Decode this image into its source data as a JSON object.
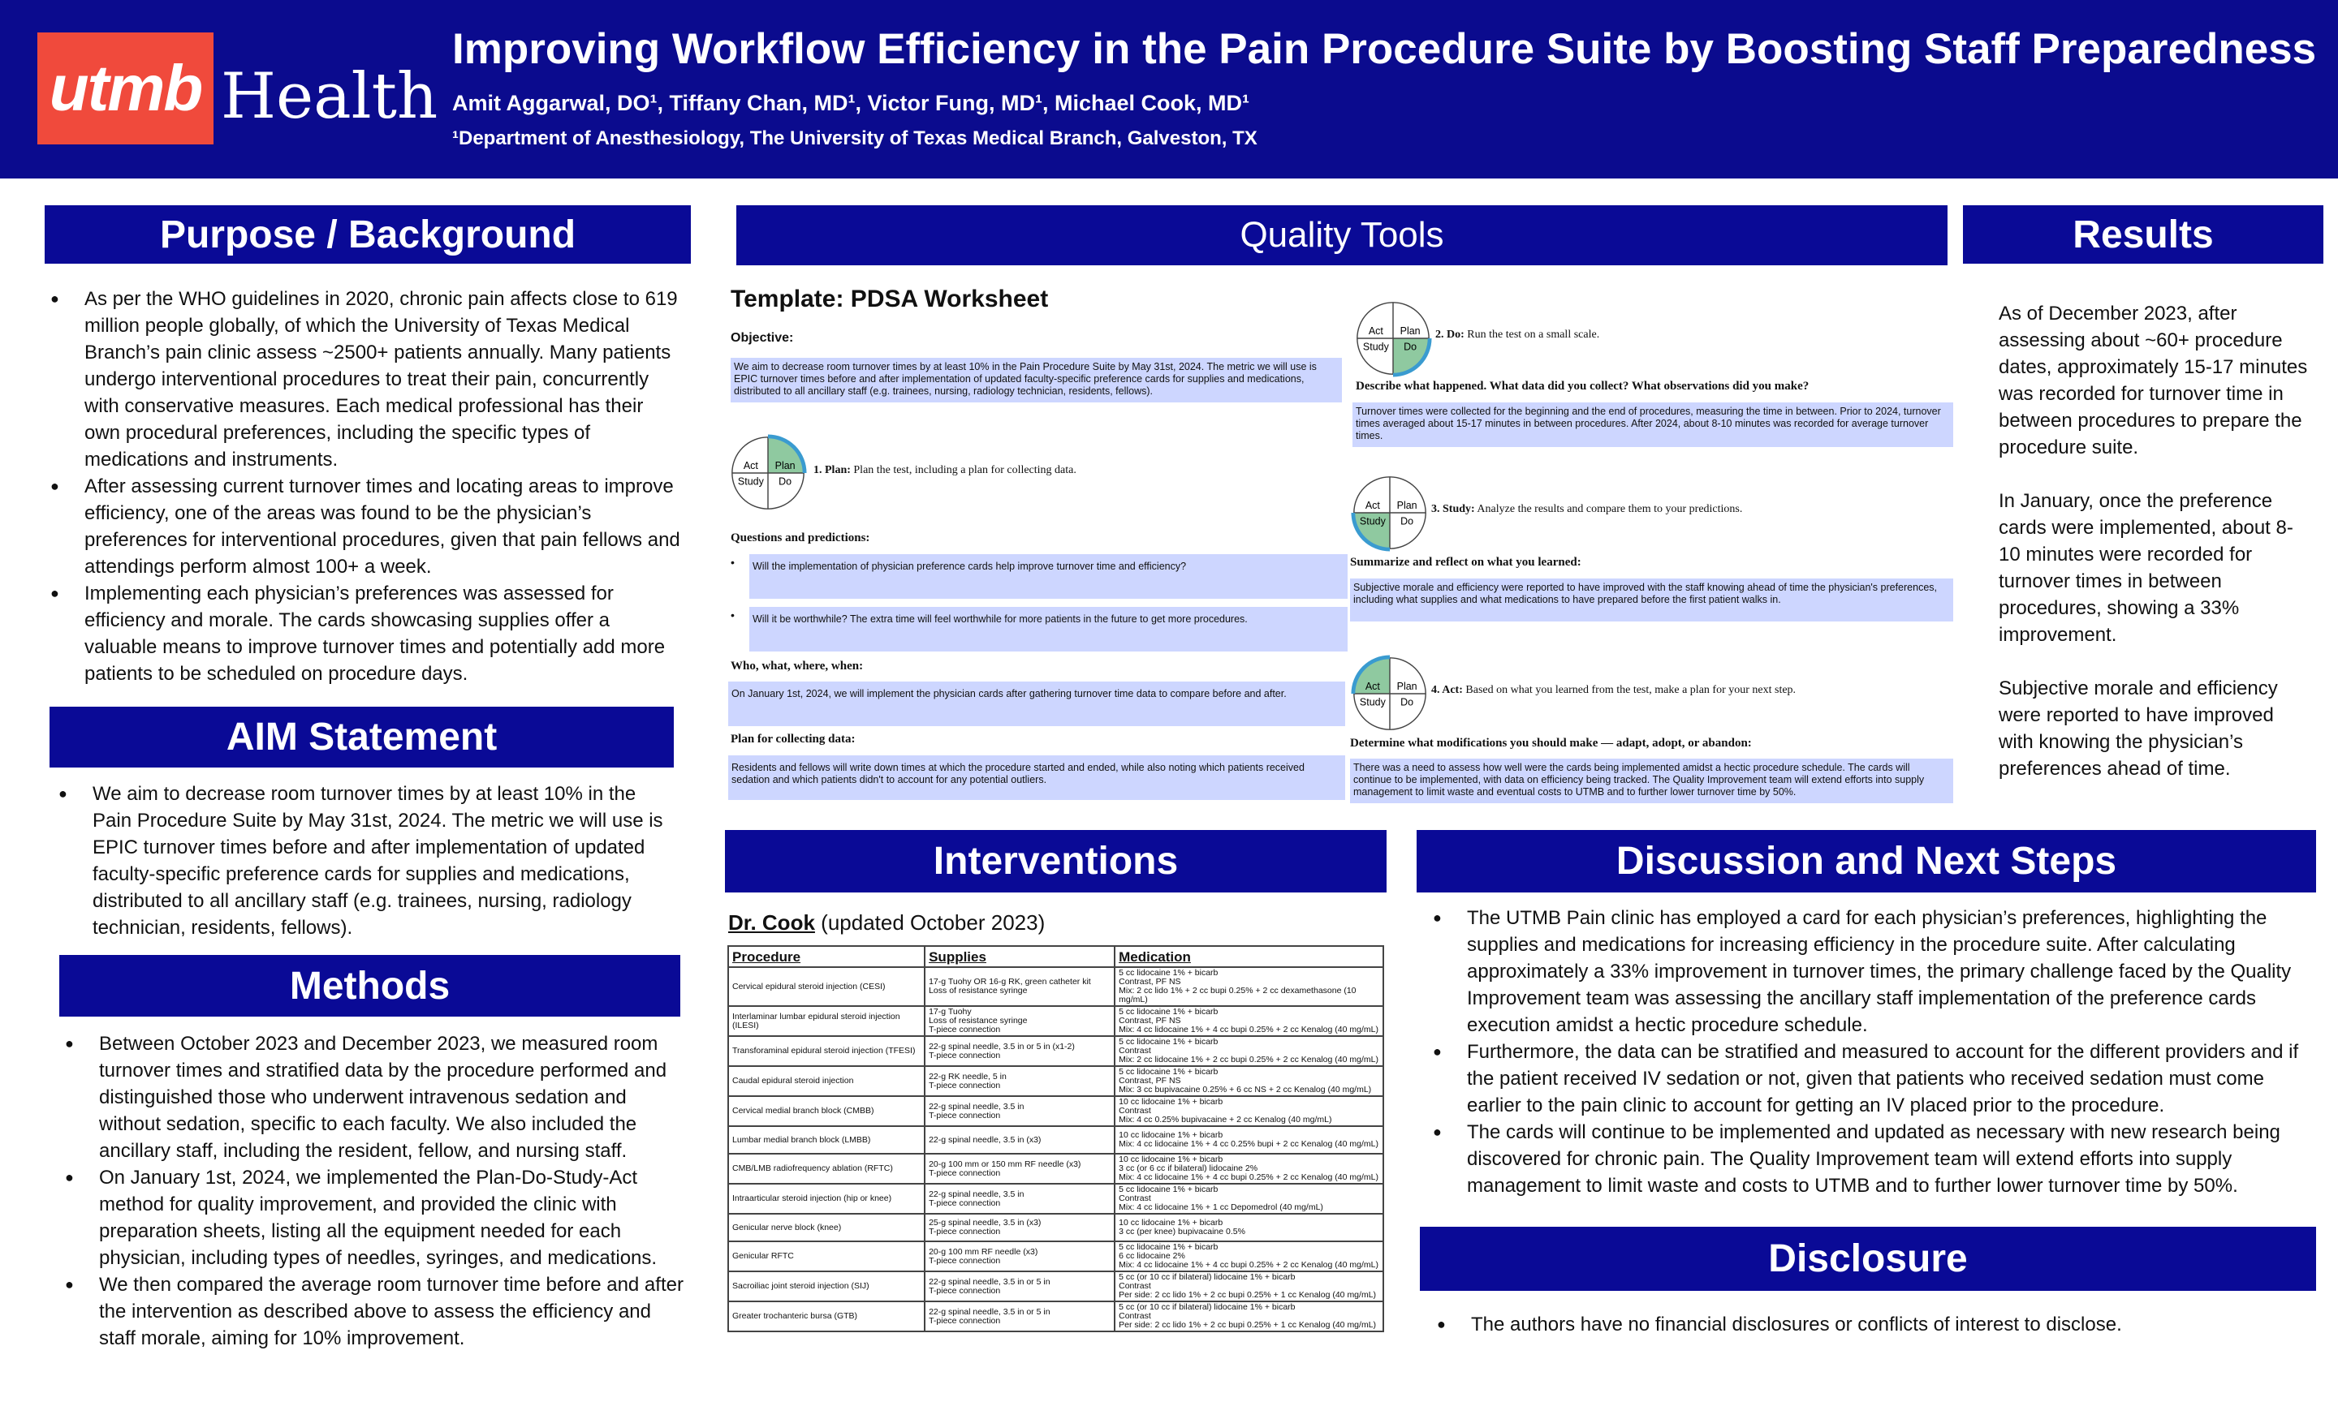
{
  "header": {
    "logo_text": "utmb",
    "logo_health": "Health",
    "title": "Improving Workflow Efficiency in the Pain Procedure Suite by Boosting Staff Preparedness",
    "authors": "Amit Aggarwal, DO¹, Tiffany Chan, MD¹, Victor Fung, MD¹, Michael Cook, MD¹",
    "department": "¹Department of Anesthesiology, The University of Texas Medical Branch, Galveston, TX"
  },
  "purpose": {
    "heading": "Purpose / Background",
    "bullets": [
      "As per the WHO guidelines in 2020, chronic pain affects close to 619 million people globally, of which the University of Texas Medical Branch’s pain clinic assess ~2500+ patients annually. Many patients undergo interventional procedures to treat their pain, concurrently with conservative measures. Each medical professional has their own procedural preferences, including the specific types of medications and instruments.",
      "After assessing current turnover times and locating areas to improve efficiency, one of the areas was found to be the physician’s preferences for interventional procedures, given that pain fellows and attendings perform almost 100+ a week.",
      "Implementing each physician’s preferences was assessed for efficiency and morale. The cards showcasing supplies offer a valuable means to improve turnover times and potentially add more patients to be scheduled on procedure days."
    ]
  },
  "aim": {
    "heading": "AIM Statement",
    "bullets": [
      "We aim to decrease room turnover times by at least 10% in the Pain Procedure Suite by May 31st, 2024. The metric we will use is EPIC turnover times before and after implementation of updated faculty-specific preference cards for supplies and medications, distributed to all ancillary staff (e.g. trainees, nursing, radiology technician, residents, fellows)."
    ]
  },
  "methods": {
    "heading": "Methods",
    "bullets": [
      "Between October 2023 and December 2023, we measured room turnover times and stratified data by the procedure performed and distinguished those who underwent intravenous sedation and without sedation, specific to each faculty. We also included the ancillary staff, including the resident, fellow, and nursing staff.",
      "On January 1st, 2024, we implemented the Plan-Do-Study-Act method for quality improvement, and provided the clinic with preparation sheets, listing all the equipment needed for each physician, including types of needles, syringes, and medications.",
      "We then compared the average room turnover time before and after the intervention as described above to assess the efficiency and staff morale, aiming for 10% improvement."
    ]
  },
  "quality": {
    "heading": "Quality Tools",
    "template_title": "Template: PDSA Worksheet",
    "objective_label": "Objective:",
    "objective": "We aim to decrease room turnover times by at least 10% in the Pain Procedure Suite by May 31st, 2024. The metric we will use is EPIC turnover times before and after implementation of updated faculty-specific preference cards for supplies and medications, distributed to all ancillary staff (e.g. trainees, nursing, radiology technician, residents, fellows).",
    "cycle_labels": {
      "act": "Act",
      "plan": "Plan",
      "study": "Study",
      "do": "Do"
    },
    "plan_step": {
      "title": "1. Plan:",
      "text": "Plan the test, including a plan for collecting data."
    },
    "questions_label": "Questions and predictions:",
    "questions": [
      "Will the implementation of physician preference cards help improve turnover time and efficiency?",
      "Will it be worthwhile? The extra time will feel worthwhile for more patients in the future to get more procedures."
    ],
    "who_label": "Who, what, where, when:",
    "who": "On January 1st, 2024, we will implement the physician cards after gathering turnover time data to compare before and after.",
    "collect_label": "Plan for collecting data:",
    "collect": "Residents and fellows will write down times at which the procedure started and ended, while also noting which patients received sedation and which patients didn't to account for any potential outliers.",
    "do_step": {
      "title": "2. Do:",
      "text": "Run the test on a small scale."
    },
    "describe_label": "Describe what happened. What data did you collect? What observations did you make?",
    "describe": "Turnover times were collected for the beginning and the end of procedures, measuring the time in between. Prior to 2024, turnover times averaged about 15-17 minutes in between procedures. After 2024, about 8-10 minutes was recorded for average turnover times.",
    "study_step": {
      "title": "3. Study:",
      "text": "Analyze the results and compare them to your predictions."
    },
    "summarize_label": "Summarize and reflect on what you learned:",
    "summarize": "Subjective morale and efficiency were reported to have improved with the staff knowing ahead of time the physician's preferences, including what supplies and what medications to have prepared before the first patient walks in.",
    "act_step": {
      "title": "4. Act:",
      "text": "Based on what you learned from the test, make a plan for your next step."
    },
    "determine_label": "Determine what modifications you should make — adapt, adopt, or abandon:",
    "determine": "There was a need to assess how well were the cards being implemented amidst a hectic procedure schedule. The cards will continue to be implemented, with data on efficiency being tracked. The Quality Improvement team will extend efforts into supply management to limit waste and eventual costs to UTMB and to further lower turnover time by 50%."
  },
  "results": {
    "heading": "Results",
    "paragraphs": [
      "As of December 2023, after assessing about ~60+ procedure dates, approximately 15-17 minutes was recorded for turnover time in between procedures to prepare the procedure suite.",
      "In January, once the preference cards were implemented, about 8-10 minutes were recorded for turnover times in between procedures, showing a 33% improvement.",
      "Subjective morale and efficiency were reported to have improved with knowing the physician’s preferences ahead of time."
    ]
  },
  "interventions": {
    "heading": "Interventions",
    "doctor": "Dr. Cook",
    "updated": "(updated October 2023)",
    "columns": [
      "Procedure",
      "Supplies",
      "Medication"
    ],
    "rows": [
      {
        "procedure": "Cervical epidural steroid injection (CESI)",
        "supplies": [
          "17-g Tuohy OR 16-g RK, green catheter kit",
          "Loss of resistance syringe"
        ],
        "medication": [
          "5 cc lidocaine 1% + bicarb",
          "Contrast, PF NS",
          "Mix: 2 cc lido 1% + 2 cc bupi 0.25% + 2 cc dexamethasone (10 mg/mL)"
        ]
      },
      {
        "procedure": "Interlaminar lumbar epidural steroid injection (ILESI)",
        "supplies": [
          "17-g Tuohy",
          "Loss of resistance syringe",
          "T-piece connection"
        ],
        "medication": [
          "5 cc lidocaine 1% + bicarb",
          "Contrast, PF NS",
          "Mix: 4 cc lidocaine 1% + 4 cc bupi 0.25% + 2 cc Kenalog (40 mg/mL)"
        ]
      },
      {
        "procedure": "Transforaminal epidural steroid injection (TFESI)",
        "supplies": [
          "22-g spinal needle, 3.5 in or 5 in (x1-2)",
          "T-piece connection"
        ],
        "medication": [
          "5 cc lidocaine 1% + bicarb",
          "Contrast",
          "Mix: 2 cc lidocaine 1% + 2 cc bupi 0.25% + 2 cc Kenalog (40 mg/mL)"
        ]
      },
      {
        "procedure": "Caudal epidural steroid injection",
        "supplies": [
          "22-g RK needle, 5 in",
          "T-piece connection"
        ],
        "medication": [
          "5 cc lidocaine 1% + bicarb",
          "Contrast, PF NS",
          "Mix: 3 cc bupivacaine 0.25% + 6 cc NS + 2 cc Kenalog (40 mg/mL)"
        ]
      },
      {
        "procedure": "Cervical medial branch block (CMBB)",
        "supplies": [
          "22-g spinal needle, 3.5 in",
          "T-piece connection"
        ],
        "medication": [
          "10 cc lidocaine 1% + bicarb",
          "Contrast",
          "Mix: 4 cc 0.25% bupivacaine + 2 cc Kenalog (40 mg/mL)"
        ]
      },
      {
        "procedure": "Lumbar medial branch block (LMBB)",
        "supplies": [
          "22-g spinal needle, 3.5 in (x3)"
        ],
        "medication": [
          "10 cc lidocaine 1% + bicarb",
          "Mix: 4 cc lidocaine 1% + 4 cc 0.25% bupi + 2 cc Kenalog (40 mg/mL)"
        ]
      },
      {
        "procedure": "CMB/LMB radiofrequency ablation (RFTC)",
        "supplies": [
          "20-g 100 mm or 150 mm RF needle (x3)",
          "T-piece connection"
        ],
        "medication": [
          "10 cc lidocaine 1% + bicarb",
          "3 cc (or 6 cc if bilateral) lidocaine 2%",
          "Mix: 4 cc lidocaine 1% + 4 cc bupi 0.25% + 2 cc Kenalog (40 mg/mL)"
        ]
      },
      {
        "procedure": "Intraarticular steroid injection (hip or knee)",
        "supplies": [
          "22-g spinal needle, 3.5 in",
          "T-piece connection"
        ],
        "medication": [
          "5 cc lidocaine 1% + bicarb",
          "Contrast",
          "Mix: 4 cc lidocaine 1% + 1 cc Depomedrol (40 mg/mL)"
        ]
      },
      {
        "procedure": "Genicular nerve block (knee)",
        "supplies": [
          "25-g spinal needle, 3.5 in (x3)",
          "T-piece connection"
        ],
        "medication": [
          "10 cc lidocaine 1% + bicarb",
          "3 cc (per knee) bupivacaine 0.5%"
        ]
      },
      {
        "procedure": "Genicular RFTC",
        "supplies": [
          "20-g 100 mm RF needle (x3)",
          "T-piece connection"
        ],
        "medication": [
          "5 cc lidocaine 1% + bicarb",
          "6 cc lidocaine 2%",
          "Mix: 4 cc lidocaine 1% + 4 cc bupi 0.25% + 2 cc Kenalog (40 mg/mL)"
        ]
      },
      {
        "procedure": "Sacroiliac joint steroid injection (SIJ)",
        "supplies": [
          "22-g spinal needle, 3.5 in or 5 in",
          "T-piece connection"
        ],
        "medication": [
          "5 cc (or 10 cc if bilateral) lidocaine 1% + bicarb",
          "Contrast",
          "Per side: 2 cc lido 1% + 2 cc bupi 0.25% + 1 cc Kenalog (40 mg/mL)"
        ]
      },
      {
        "procedure": "Greater trochanteric bursa (GTB)",
        "supplies": [
          "22-g spinal needle, 3.5 in or 5 in",
          "T-piece connection"
        ],
        "medication": [
          "5 cc (or 10 cc if bilateral) lidocaine 1% + bicarb",
          "Contrast",
          "Per side: 2 cc lido 1% + 2 cc bupi 0.25% + 1 cc Kenalog (40 mg/mL)"
        ]
      }
    ]
  },
  "discussion": {
    "heading": "Discussion and Next Steps",
    "bullets": [
      "The UTMB Pain clinic has employed a card for each physician’s preferences, highlighting the supplies and medications for increasing efficiency in the procedure suite. After calculating approximately a 33% improvement in turnover times, the primary challenge faced by the Quality Improvement team was assessing the ancillary staff implementation of the preference cards execution amidst a hectic procedure schedule.",
      "Furthermore, the data can be stratified and measured to account for the different providers and if the patient received IV sedation or not, given that patients who received sedation must come earlier to the pain clinic to account for getting an IV placed prior to the procedure.",
      "The cards will continue to be implemented and updated as necessary with new research being discovered for chronic pain. The Quality Improvement team will extend efforts into supply management to limit waste and costs to UTMB and to further lower turnover time by 50%."
    ]
  },
  "disclosure": {
    "heading": "Disclosure",
    "bullets": [
      "The authors have no financial disclosures or conflicts of interest to disclose."
    ]
  },
  "colors": {
    "navy": "#0b0b8e",
    "section": "#0a0a96",
    "logo_red": "#f04a3c",
    "box_fill": "#cdd6ff",
    "cycle_green": "#8fc9a0",
    "cycle_arrow": "#3a9bd0"
  }
}
